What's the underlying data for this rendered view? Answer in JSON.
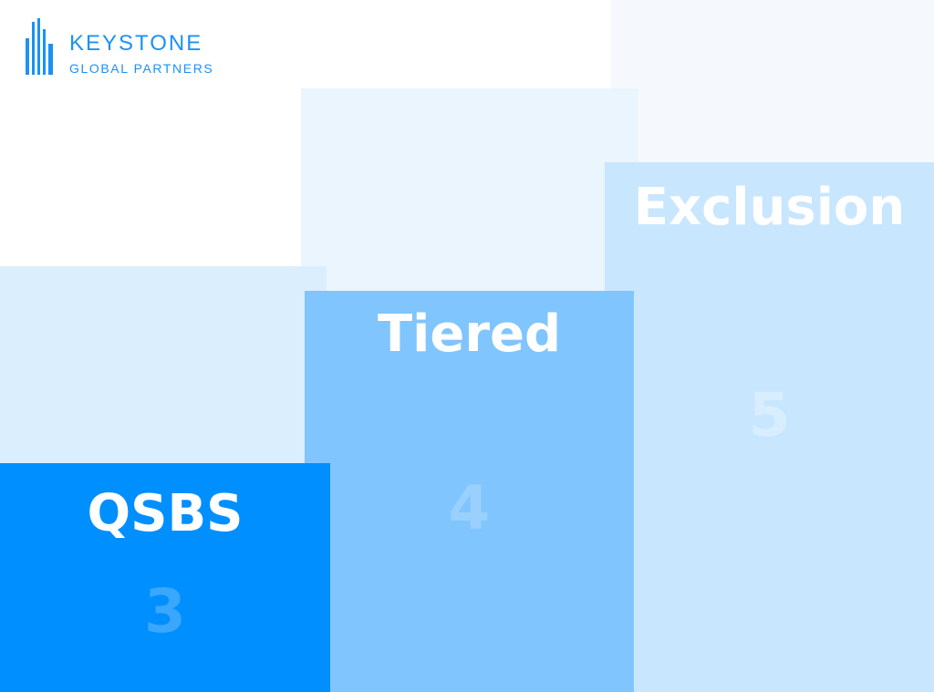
{
  "logo": {
    "name": "KEYSTONE",
    "subtitle": "GLOBAL PARTNERS"
  },
  "blocks": [
    {
      "label": "QSBS",
      "number": "3"
    },
    {
      "label": "Tiered",
      "number": "4"
    },
    {
      "label": "Exclusion",
      "number": "5"
    }
  ],
  "colors": {
    "brand": "#1a92f6",
    "qsbs": "#008ffe",
    "tiered": "#80c5fe",
    "exclusion": "#c8e6fe"
  }
}
